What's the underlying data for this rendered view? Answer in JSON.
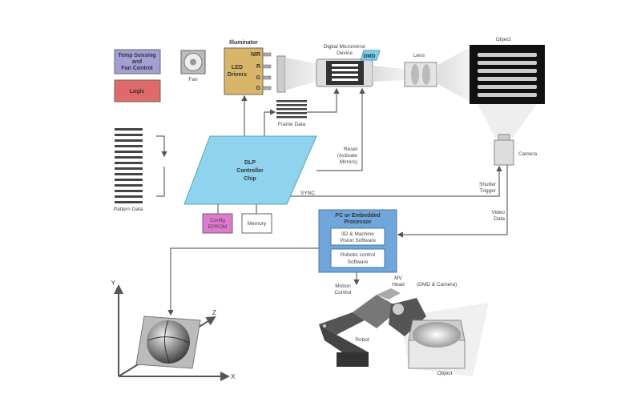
{
  "colors": {
    "temp_box": "#a39fd6",
    "logic_box": "#e06a6a",
    "led_box": "#d9b56a",
    "dlp_chip": "#8fd3ef",
    "config_box": "#e07ad0",
    "pc_box": "#6fa6dc",
    "dmd_badge": "#7fd0ea"
  },
  "blocks": {
    "temp": [
      "Temp Sensing",
      "and",
      "Fan Control"
    ],
    "logic": "Logic",
    "fan": "Fan",
    "illuminator": "Illuminator",
    "led": [
      "LED",
      "Drivers"
    ],
    "led_channels": [
      "NIR",
      "R",
      "G",
      "G"
    ],
    "dmd_title": [
      "Digital Micromirror",
      "Device"
    ],
    "dmd_badge": "DMD",
    "lens": "Lens",
    "object_top": "Object",
    "camera": "Camera",
    "frame_data": "Frame Data",
    "dlp": [
      "DLP",
      "Controller",
      "Chip"
    ],
    "config": [
      "Config",
      "EPROM"
    ],
    "memory": "Memory",
    "pattern_data": "Pattern Data",
    "reset": [
      "Reset",
      "(Activate",
      "Mirrors)"
    ],
    "sync": "SYNC",
    "shutter": [
      "Shutter",
      "Trigger"
    ],
    "video": [
      "Video",
      "Data"
    ],
    "pc": [
      "PC or Embedded",
      "Processor"
    ],
    "vision_sw": [
      "3D & Machine",
      "Vision Software"
    ],
    "robot_sw": [
      "Robotic control",
      "Software"
    ],
    "motion": [
      "Motion",
      "Control"
    ],
    "mv_head": [
      "MV",
      "Head"
    ],
    "mv_head_note": "(DMD & Camera)",
    "robot": "Robot",
    "object_bottom": "Object",
    "axes": {
      "x": "X",
      "y": "Y",
      "z": "Z"
    }
  }
}
